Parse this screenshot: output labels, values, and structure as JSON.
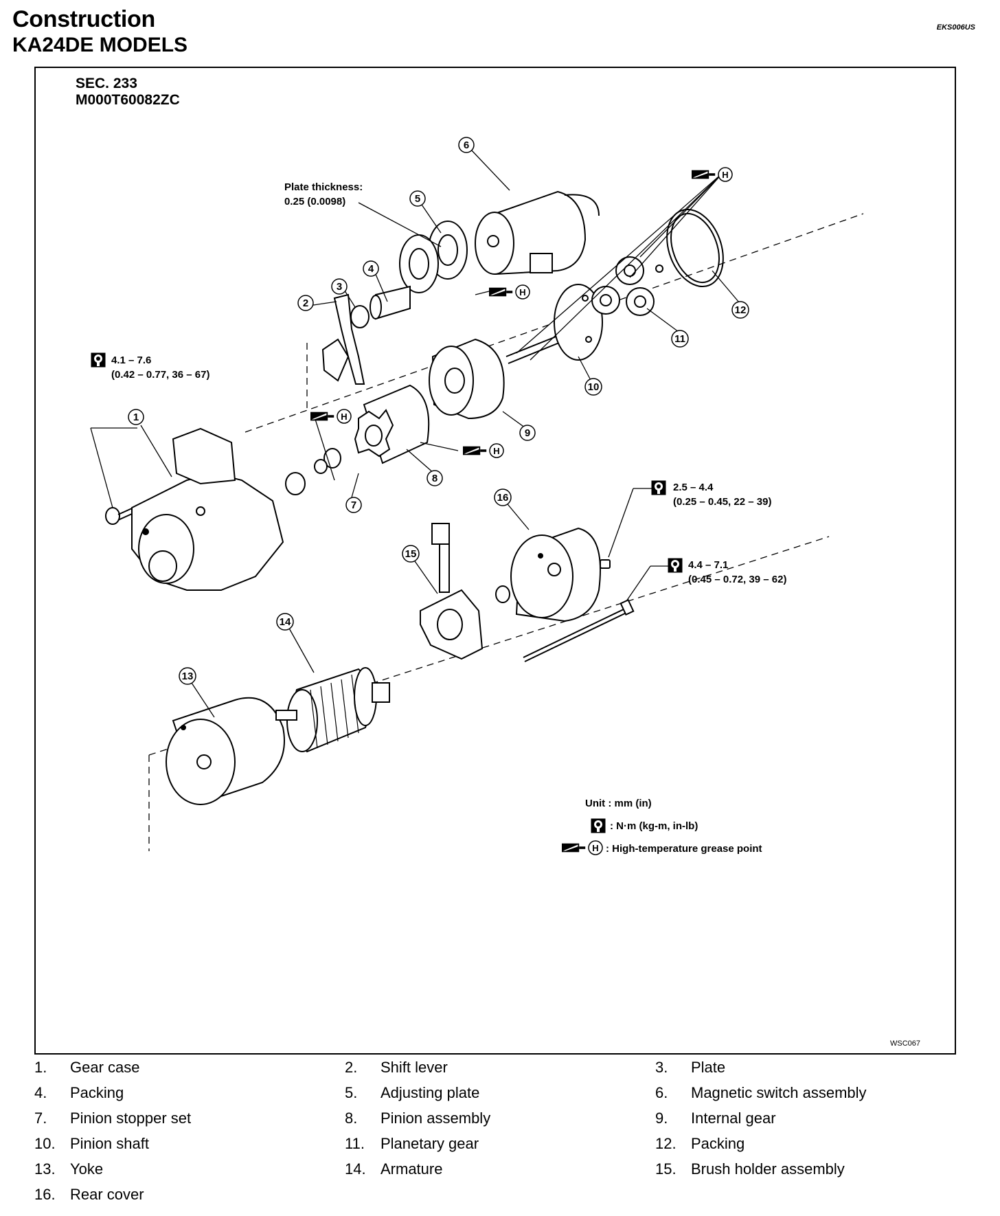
{
  "header": {
    "title": "Construction",
    "subtitle": "KA24DE MODELS",
    "doc_code": "EKS006US"
  },
  "figure": {
    "sec": "SEC. 233",
    "model": "M000T60082ZC",
    "figure_code": "WSC067",
    "plate_thickness_label": "Plate thickness:",
    "plate_thickness_value": "0.25 (0.0098)",
    "torque_1_range": "4.1 – 7.6",
    "torque_1_units": "(0.42 – 0.77, 36 – 67)",
    "torque_2_range": "2.5 – 4.4",
    "torque_2_units": "(0.25 – 0.45, 22 – 39)",
    "torque_3_range": "4.4 – 7.1",
    "torque_3_units": "(0.45 – 0.72, 39 – 62)",
    "grease_mark": "H",
    "callouts": [
      "1",
      "2",
      "3",
      "4",
      "5",
      "6",
      "7",
      "8",
      "9",
      "10",
      "11",
      "12",
      "13",
      "14",
      "15",
      "16"
    ],
    "unit_legend": {
      "unit": "Unit : mm (in)",
      "torque": ": N·m (kg-m, in-lb)",
      "grease": ": High-temperature grease point"
    },
    "icons": {
      "torque": "torque-wrench-icon",
      "grease": "grease-gun-icon"
    }
  },
  "parts": [
    {
      "num": "1.",
      "name": "Gear case"
    },
    {
      "num": "2.",
      "name": "Shift lever"
    },
    {
      "num": "3.",
      "name": "Plate"
    },
    {
      "num": "4.",
      "name": "Packing"
    },
    {
      "num": "5.",
      "name": "Adjusting plate"
    },
    {
      "num": "6.",
      "name": "Magnetic switch assembly"
    },
    {
      "num": "7.",
      "name": "Pinion stopper set"
    },
    {
      "num": "8.",
      "name": "Pinion assembly"
    },
    {
      "num": "9.",
      "name": "Internal gear"
    },
    {
      "num": "10.",
      "name": "Pinion shaft"
    },
    {
      "num": "11.",
      "name": "Planetary gear"
    },
    {
      "num": "12.",
      "name": "Packing"
    },
    {
      "num": "13.",
      "name": "Yoke"
    },
    {
      "num": "14.",
      "name": "Armature"
    },
    {
      "num": "15.",
      "name": "Brush holder assembly"
    },
    {
      "num": "16.",
      "name": "Rear cover"
    }
  ]
}
